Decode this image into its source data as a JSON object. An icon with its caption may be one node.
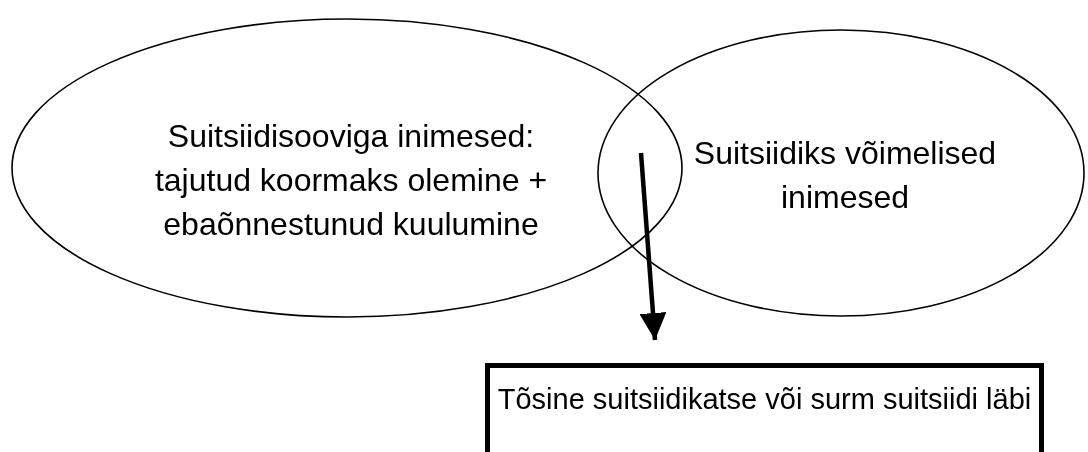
{
  "diagram": {
    "nodes": [
      {
        "text": [
          "Suitsiidisooviga inimesed: tajutud koormaks olemine + ebaõnnestunud kuulumine"
        ]
      },
      {
        "text": [
          "Suitsiidiks võimelised inimesed"
        ]
      },
      {
        "text": [
          "Tõsine suitsiidikatse või surm suitsiidi läbi"
        ]
      }
    ],
    "edges": [
      {
        "from": 0,
        "to": 2,
        "arrow": "to"
      },
      {
        "from": 1,
        "to": 2,
        "arrow": "to"
      }
    ]
  }
}
